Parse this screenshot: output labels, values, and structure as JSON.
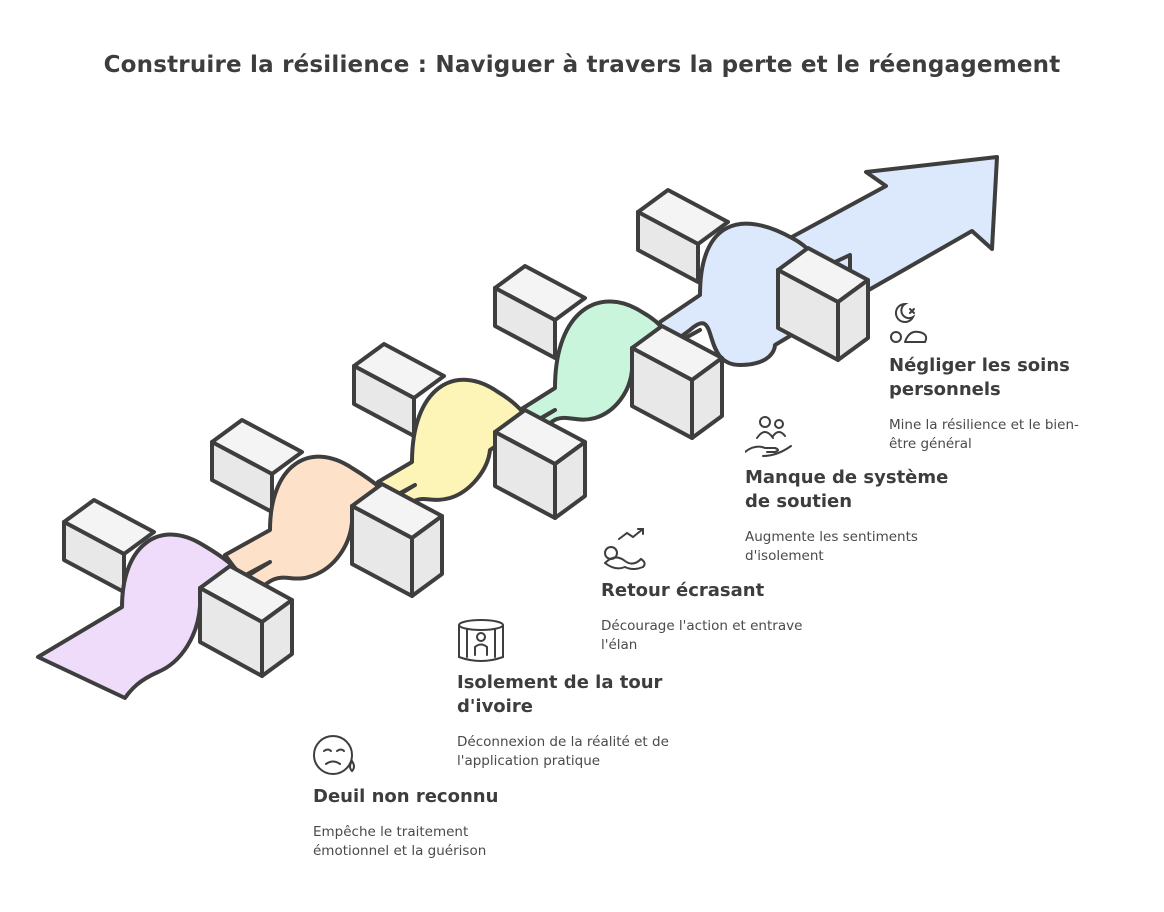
{
  "title": "Construire la résilience : Naviguer à travers la perte et le réengagement",
  "colors": {
    "outline": "#3e3e3e",
    "block": "#e8e8e8",
    "ribbon_1": "#efdcfb",
    "ribbon_2": "#fde2c9",
    "ribbon_3": "#fdf5b7",
    "ribbon_4": "#c8f5dc",
    "ribbon_5": "#dce8fb",
    "arrow": "#dce8fb"
  },
  "steps": [
    {
      "icon": "crying-face-icon",
      "heading": "Deuil non reconnu",
      "desc": "Empêche le traitement émotionnel et la guérison"
    },
    {
      "icon": "ivory-tower-person-icon",
      "heading": "Isolement de la tour d'ivoire",
      "desc": "Déconnexion de la réalité et de l'application pratique"
    },
    {
      "icon": "overwhelmed-person-icon",
      "heading": "Retour écrasant",
      "desc": "Décourage l'action et entrave l'élan"
    },
    {
      "icon": "support-hand-people-icon",
      "heading": "Manque de système de soutien",
      "desc": "Augmente les sentiments d'isolement"
    },
    {
      "icon": "moon-rest-icon",
      "heading": "Négliger les soins personnels",
      "desc": "Mine la résilience et le bien-être général"
    }
  ]
}
